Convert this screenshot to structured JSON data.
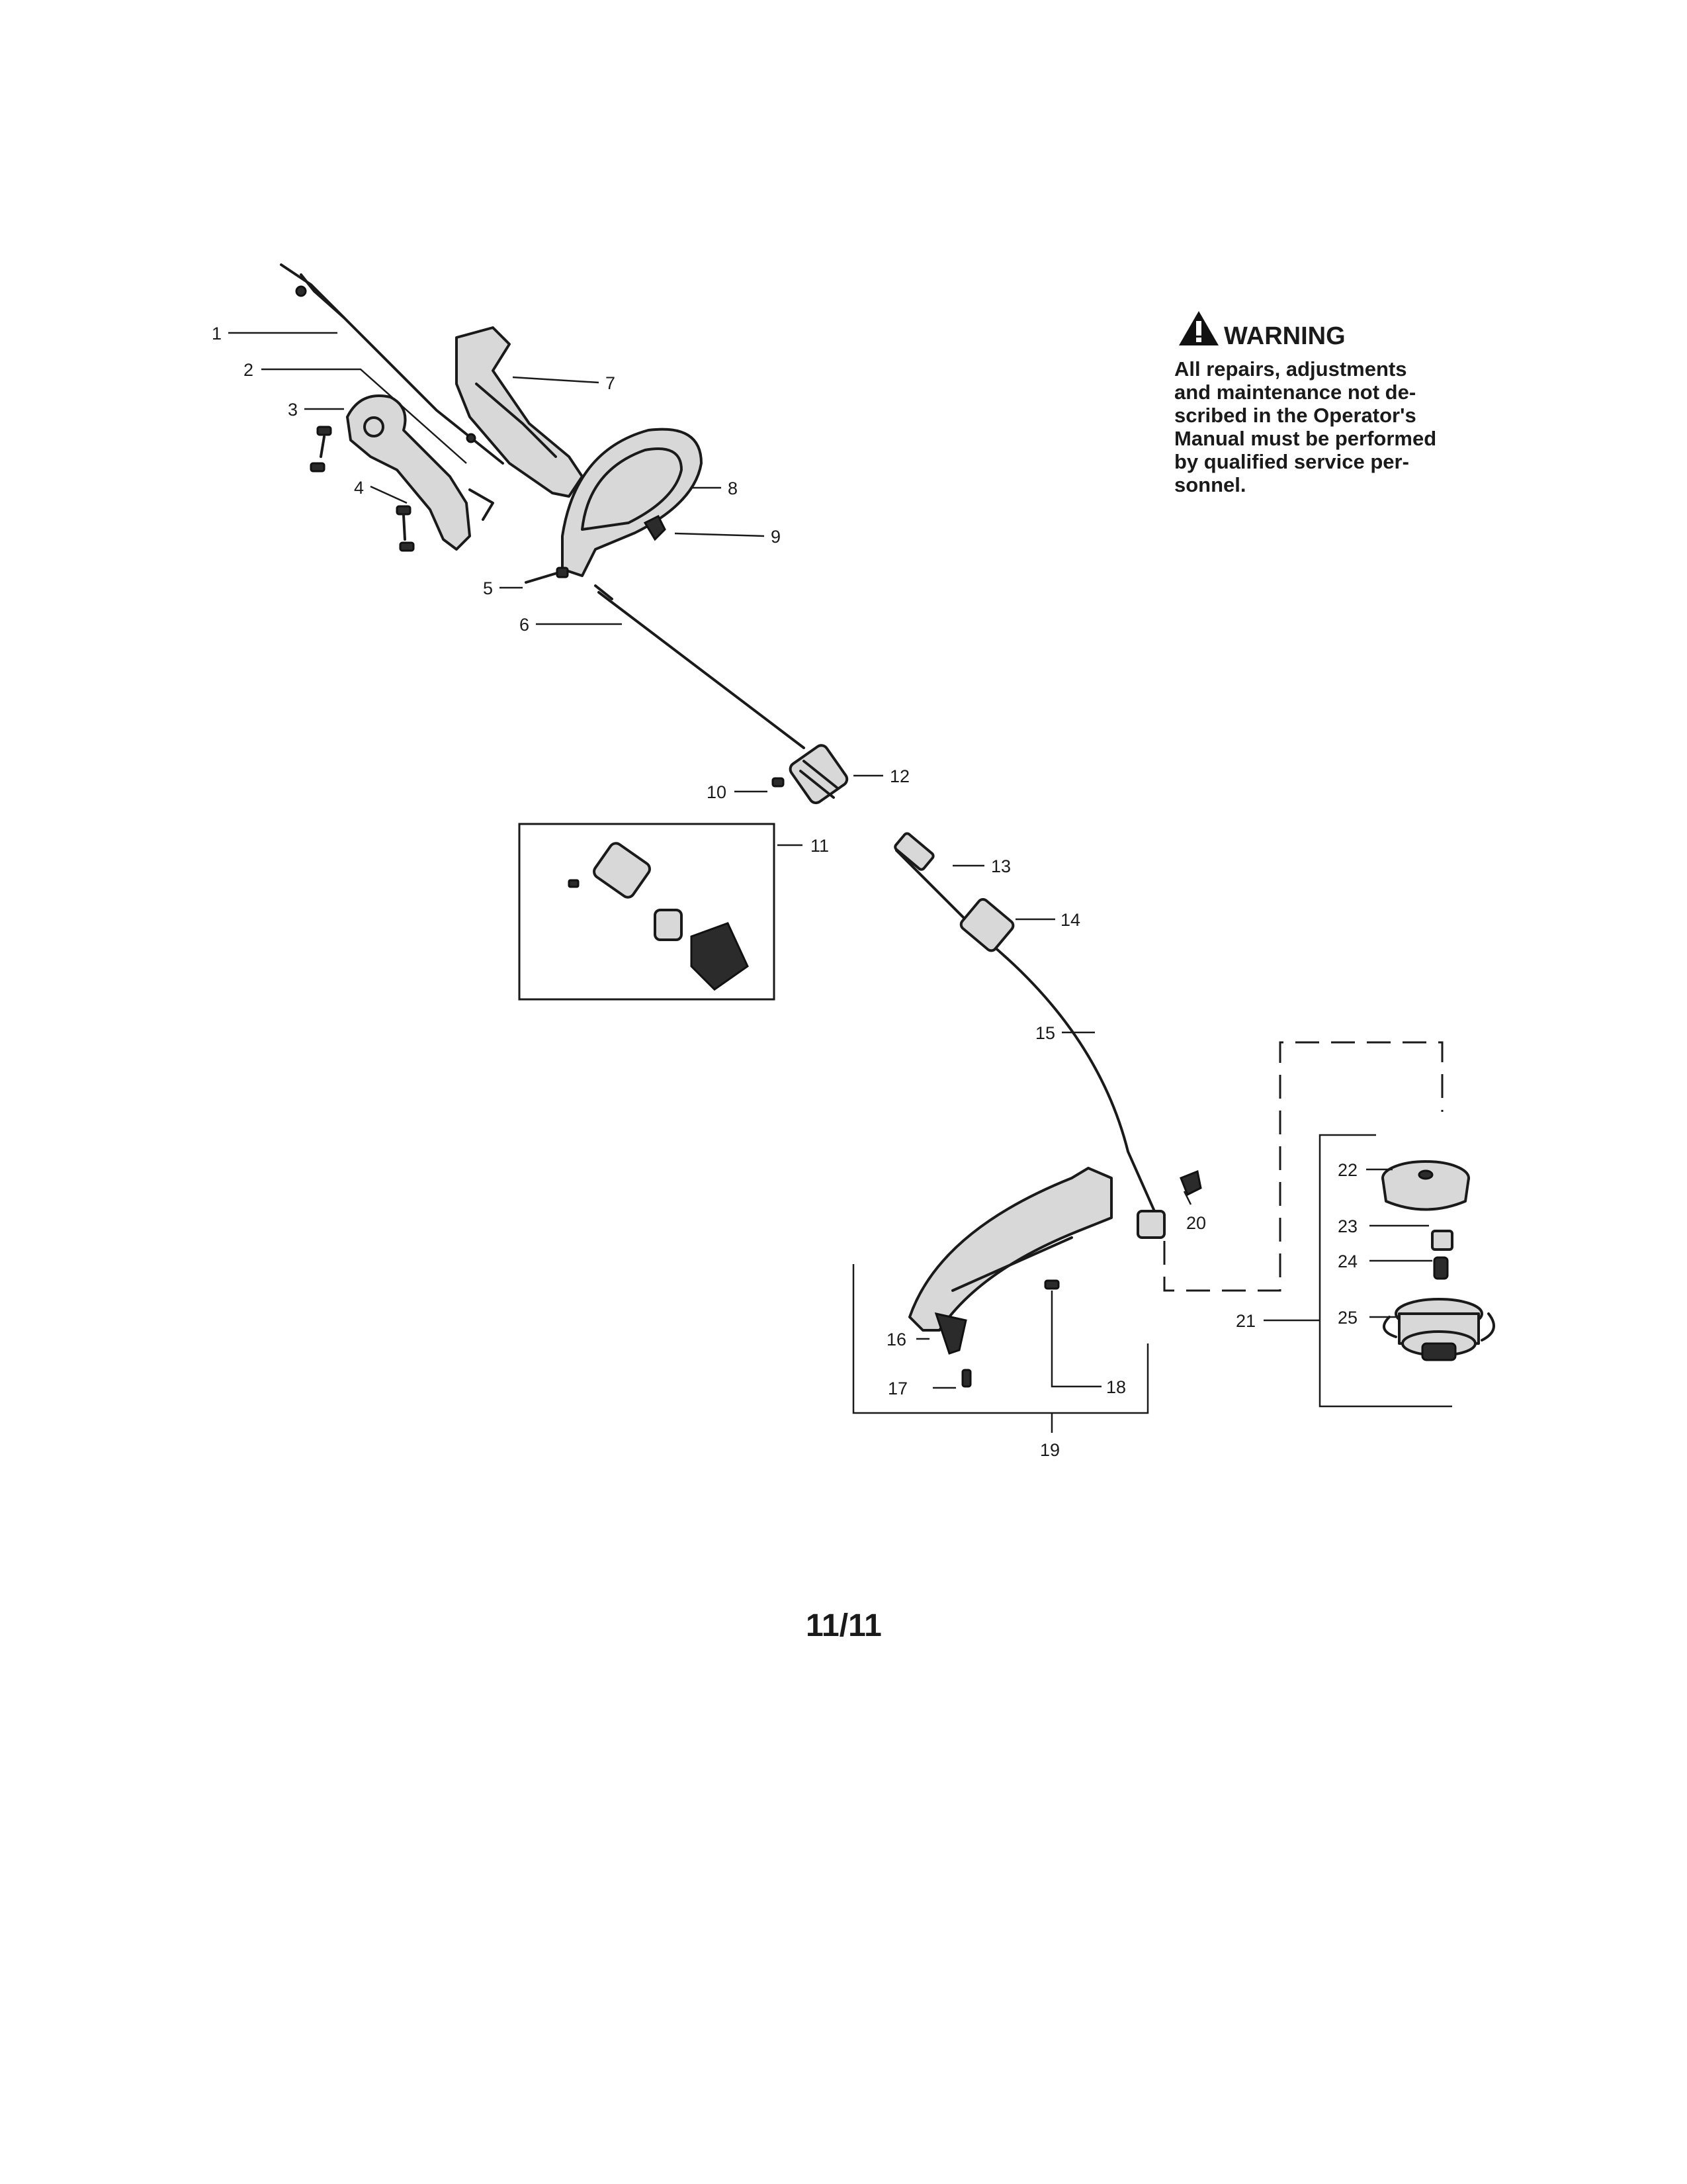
{
  "warning": {
    "icon": "warning-triangle-icon",
    "heading": "WARNING",
    "lines": [
      "All repairs, adjustments",
      "and maintenance not de-",
      "scribed in the Operator's",
      "Manual must be performed",
      "by qualified service per-",
      "sonnel."
    ]
  },
  "callouts": [
    "1",
    "2",
    "3",
    "4",
    "5",
    "6",
    "7",
    "8",
    "9",
    "10",
    "11",
    "12",
    "13",
    "14",
    "15",
    "16",
    "17",
    "18",
    "19",
    "20",
    "21",
    "22",
    "23",
    "24",
    "25"
  ],
  "page_number": "11/11"
}
